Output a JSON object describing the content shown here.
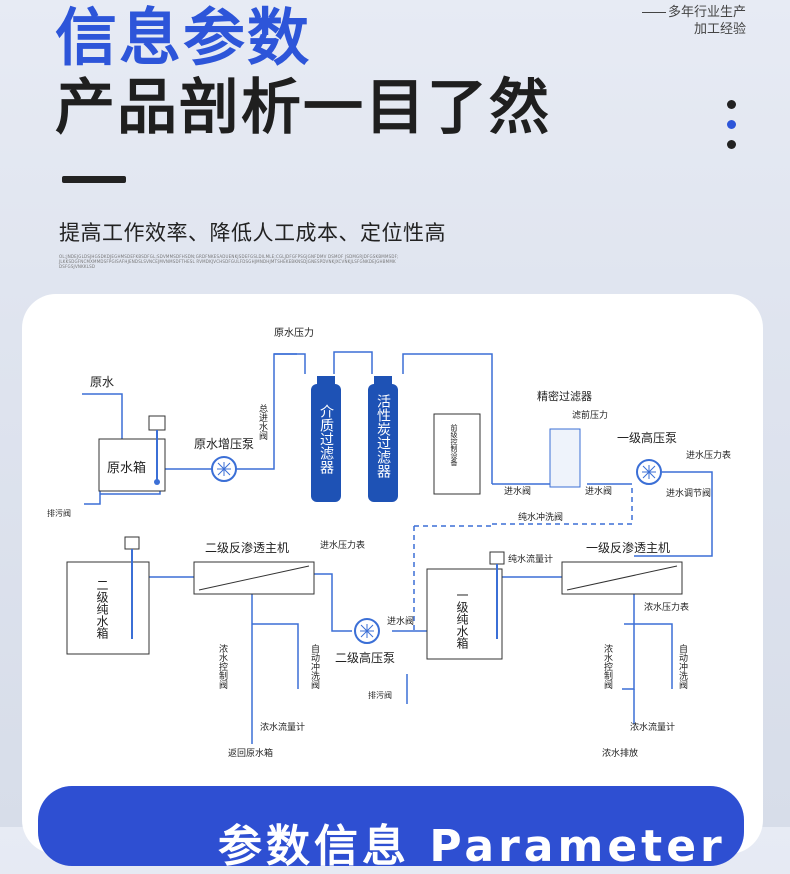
{
  "header": {
    "title_line1": "信息参数",
    "title_line2": "产品剖析一目了然",
    "experience_line1": "多年行业生产",
    "experience_line2": "加工经验",
    "subtitle": "提高工作效率、降低人工成本、定位性高",
    "fine_print": "OL;JNDEJGLDSJHGSDKDJEGHMSDEFKBSDFGL;SDVMMSDFHSDN;GRDFNKESADUENKJSDEFGSLDILMLE;CGLJDFGFPSGJGNFDMV DSMOF JSDMGRJDFGSKBMMSDF;JLKKSDGFNCMXMMDSFPGISAFHJENDSLSVNCEJMVNMSDFTHESL RVMDKJVCHSDFGULFDSGHJMNDHJMTSHEKEBKNSDJGNESPDVNKJXCVNKJLSFGNKDEJGHBMMKDSFGSJVNKKLSD"
  },
  "colors": {
    "accent": "#2d55d9",
    "pipe": "#3b6fd6",
    "tank_blue": "#1e52b5",
    "dot_dark": "#222222"
  },
  "pagination": {
    "dots": 3,
    "active_index": 1
  },
  "diagram": {
    "labels": {
      "raw_water": "原水",
      "raw_tank": "原水箱",
      "booster_pump": "原水增压泵",
      "raw_pressure": "原水压力",
      "inlet_valve_v": "总进水阀",
      "media_filter": "介质过滤器",
      "carbon_filter": "活性炭过滤器",
      "control_equip": "前级控制设备",
      "precision_filter": "精密过滤器",
      "pre_filter_pressure": "滤前压力",
      "hp_pump1": "一级高压泵",
      "inlet_pressure_gauge1": "进水压力表",
      "inlet_valve1": "进水阀",
      "inlet_valve2": "进水阀",
      "inlet_adj_valve": "进水调节阀",
      "flush_valve": "纯水冲洗阀",
      "drain_valve1": "排污阀",
      "ro2_main": "二级反渗透主机",
      "ro1_main": "一级反渗透主机",
      "inlet_pressure_gauge2": "进水压力表",
      "pure_flow_meter": "纯水流量计",
      "ro2_tank": "二级纯水箱",
      "ro1_tank": "一级纯水箱",
      "hp_pump2": "二级高压泵",
      "inlet_valve3": "进水阀",
      "conc_pressure_gauge": "浓水压力表",
      "conc_control_valve1": "浓水控制阀",
      "conc_control_valve2": "浓水控制阀",
      "auto_flush1": "自动冲洗阀",
      "auto_flush2": "自动冲洗阀",
      "conc_flow_meter1": "浓水流量计",
      "conc_flow_meter2": "浓水流量计",
      "return_raw_tank": "返回原水箱",
      "conc_discharge": "浓水排放",
      "drain_valve2": "排污阀"
    }
  },
  "footer": {
    "banner_text": "参数信息 Parameter"
  }
}
